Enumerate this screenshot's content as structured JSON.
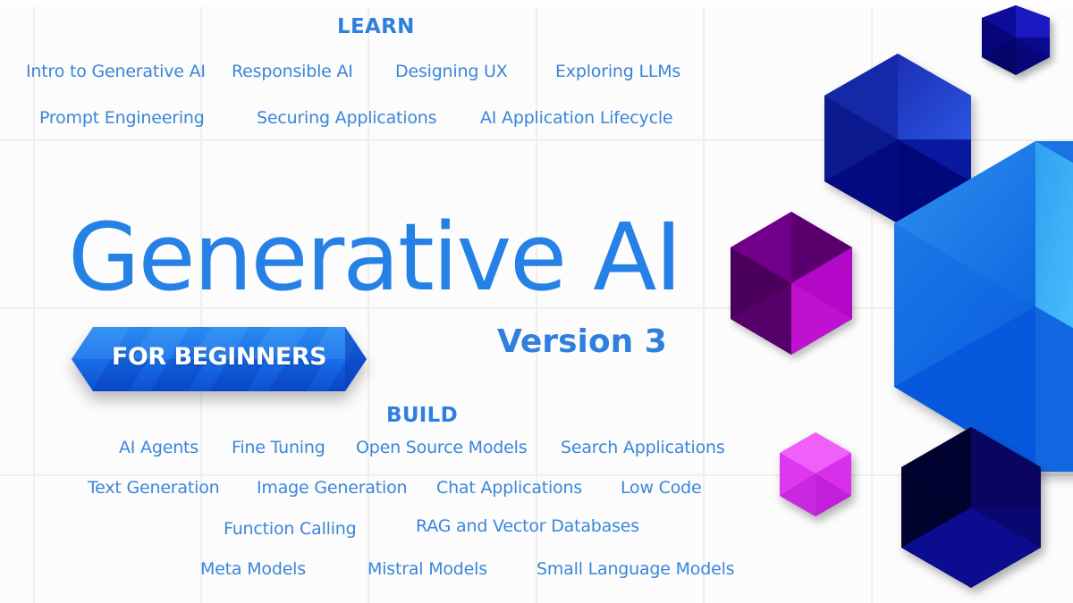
{
  "learn": {
    "heading": "LEARN",
    "rows": [
      [
        "Intro to Generative AI",
        "Responsible AI",
        "Designing UX",
        "Exploring LLMs"
      ],
      [
        "Prompt Engineering",
        "Securing Applications",
        "AI Application Lifecycle"
      ]
    ]
  },
  "hero": {
    "title": "Generative AI",
    "badge": "FOR BEGINNERS",
    "version": "Version 3"
  },
  "build": {
    "heading": "BUILD",
    "rows": [
      [
        "AI Agents",
        "Fine Tuning",
        "Open Source Models",
        "Search Applications"
      ],
      [
        "Text Generation",
        "Image Generation",
        "Chat Applications",
        "Low Code"
      ],
      [
        "Function Calling",
        "RAG and Vector Databases"
      ],
      [
        "Meta Models",
        "Mistral Models",
        "Small Language Models"
      ]
    ]
  },
  "colors": {
    "title_blue": "#2581e5",
    "link_blue": "#3a86d9",
    "heading_blue": "#2f7fde",
    "badge_blue": "#1e6ee6",
    "cube_purple": "#8e00b0",
    "cube_magenta": "#e040f0",
    "cube_navy": "#0b0b8a",
    "cube_sky": "#1a7ae6",
    "grid": "#efefef"
  }
}
